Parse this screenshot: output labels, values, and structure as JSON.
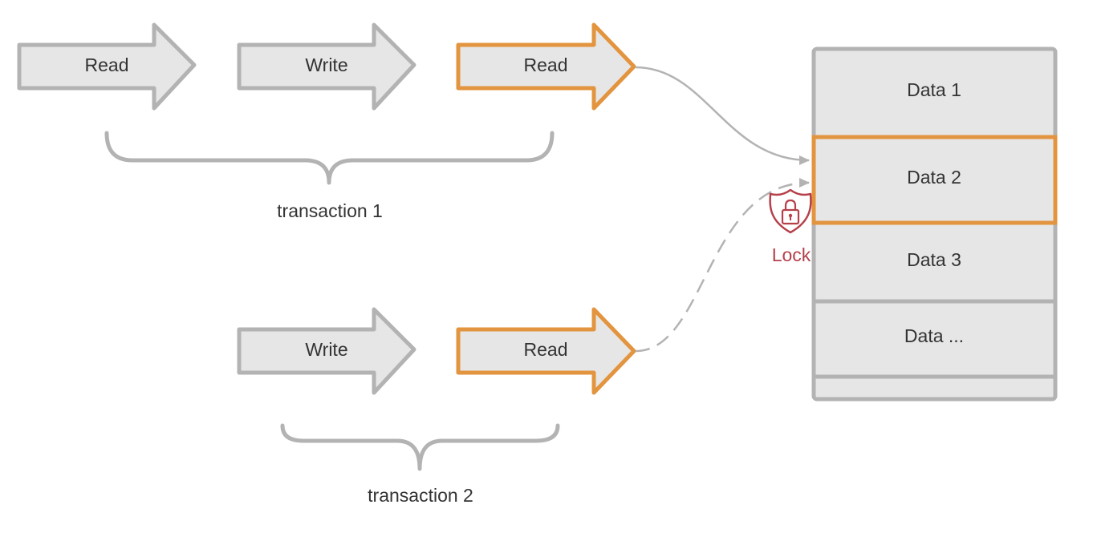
{
  "colors": {
    "gray_stroke": "#b3b3b3",
    "fill": "#e6e6e6",
    "highlight": "#e3943f",
    "lock": "#b5404a",
    "text": "#333333"
  },
  "transaction1": {
    "steps": [
      "Read",
      "Write",
      "Read"
    ],
    "label": "transaction 1"
  },
  "transaction2": {
    "steps": [
      "Write",
      "Read"
    ],
    "label": "transaction 2"
  },
  "data_table": {
    "rows": [
      "Data 1",
      "Data 2",
      "Data 3",
      "Data ..."
    ],
    "locked_row": "Data 2"
  },
  "lock": {
    "label": "Lock",
    "icon": "lock-shield-icon"
  }
}
